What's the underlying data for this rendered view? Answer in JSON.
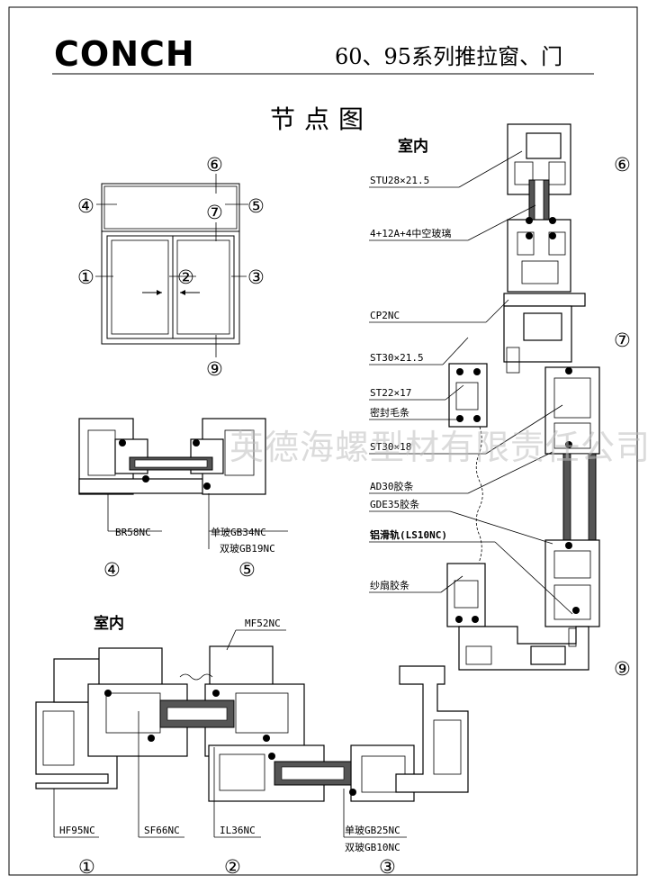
{
  "header": {
    "brand": "CONCH",
    "title": "60、95系列推拉窗、门"
  },
  "page_title": "节点图",
  "labels": {
    "indoor": "室内",
    "watermark": "英德海螺型材有限责任公司"
  },
  "elevation_markers": [
    "①",
    "②",
    "③",
    "④",
    "⑤",
    "⑥",
    "⑦",
    "⑨"
  ],
  "right_section": {
    "markers": [
      "⑥",
      "⑦",
      "⑨"
    ],
    "callouts": [
      "STU28×21.5",
      "4+12A+4中空玻璃",
      "CP2NC",
      "ST30×21.5",
      "ST22×17",
      "密封毛条",
      "ST30×18",
      "AD30胶条",
      "GDE35胶条",
      "铝滑轨(LS10NC)",
      "纱扇胶条"
    ]
  },
  "mid_section": {
    "callouts": [
      "BR58NC",
      "单玻GB34NC",
      "双玻GB19NC"
    ],
    "markers": [
      "④",
      "⑤"
    ]
  },
  "bottom_section": {
    "callouts": [
      "MF52NC",
      "HF95NC",
      "SF66NC",
      "IL36NC",
      "单玻GB25NC",
      "双玻GB10NC"
    ],
    "markers": [
      "①",
      "②",
      "③"
    ]
  }
}
